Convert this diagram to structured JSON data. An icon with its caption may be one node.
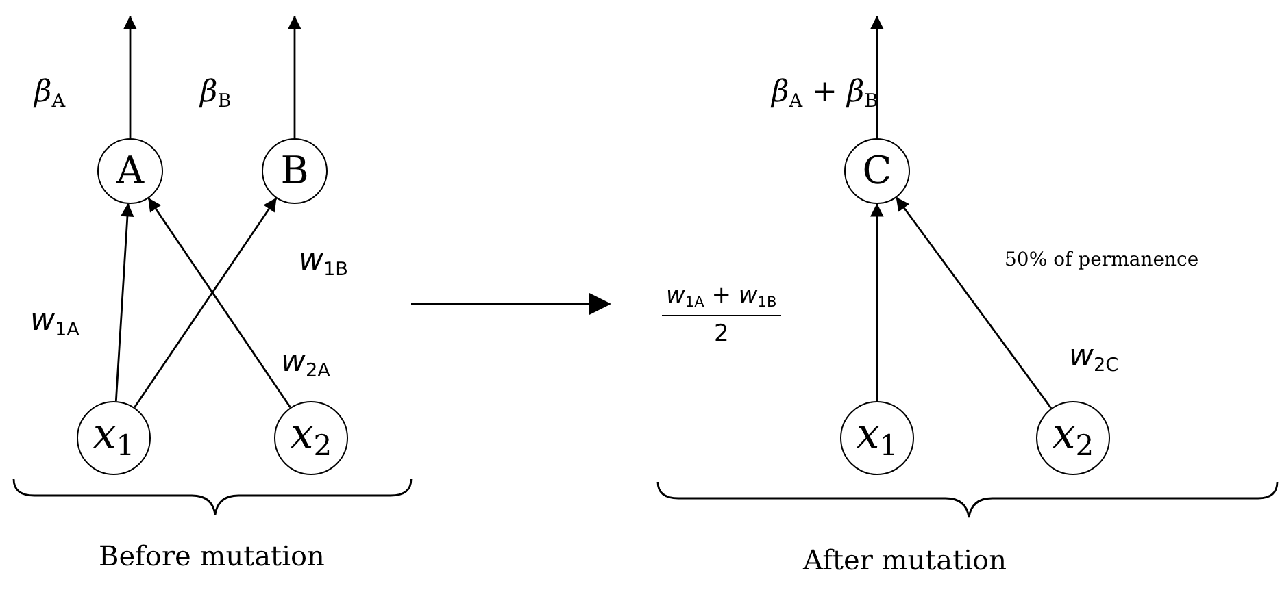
{
  "diagram": {
    "nodes": [
      {
        "text": [
          "A"
        ]
      },
      {
        "text": [
          "B"
        ]
      },
      {
        "text": [
          "*x*$_{1}$"
        ]
      },
      {
        "text": [
          "*x*$_{2}$"
        ]
      },
      {
        "text": [
          "C"
        ]
      },
      {
        "text": [
          "*x*$_{1}$"
        ]
      },
      {
        "text": [
          "*x*$_{2}$"
        ]
      }
    ],
    "edges": [
      {
        "from": 0,
        "to": null,
        "arrow": "to",
        "label": "*β*$_{A}$"
      },
      {
        "from": 1,
        "to": null,
        "arrow": "to",
        "label": "*β*$_{B}$"
      },
      {
        "from": 2,
        "to": 0,
        "arrow": "to",
        "label": "*w*$_{1A}$"
      },
      {
        "from": 2,
        "to": 1,
        "arrow": "to",
        "label": "*w*$_{1B}$"
      },
      {
        "from": 3,
        "to": 0,
        "arrow": "to",
        "label": "*w*$_{2A}$"
      },
      {
        "from": 4,
        "to": null,
        "arrow": "to",
        "label": "*β*$_{A}$ + *β*$_{B}$"
      },
      {
        "from": 5,
        "to": 4,
        "arrow": "to"
      },
      {
        "from": 6,
        "to": 4,
        "arrow": "to",
        "label": "*w*$_{2C}$"
      }
    ],
    "labels": [
      "*w*$_{1A}$ + *w*$_{1B}$",
      "2",
      "50% of permanence",
      "Before mutation",
      "After mutation"
    ]
  }
}
